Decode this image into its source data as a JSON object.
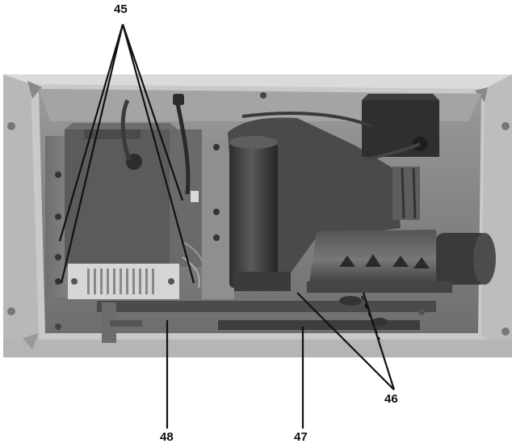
{
  "callouts": {
    "c45": "45",
    "c46": "46",
    "c47": "47",
    "c48": "48"
  },
  "colors": {
    "housing": "#c4c4c4",
    "cavity": "#8a8a8a",
    "dark_part": "#3a3a3a",
    "leader_line": "#111111"
  },
  "icons": [
    "photograph",
    "leader-line"
  ]
}
